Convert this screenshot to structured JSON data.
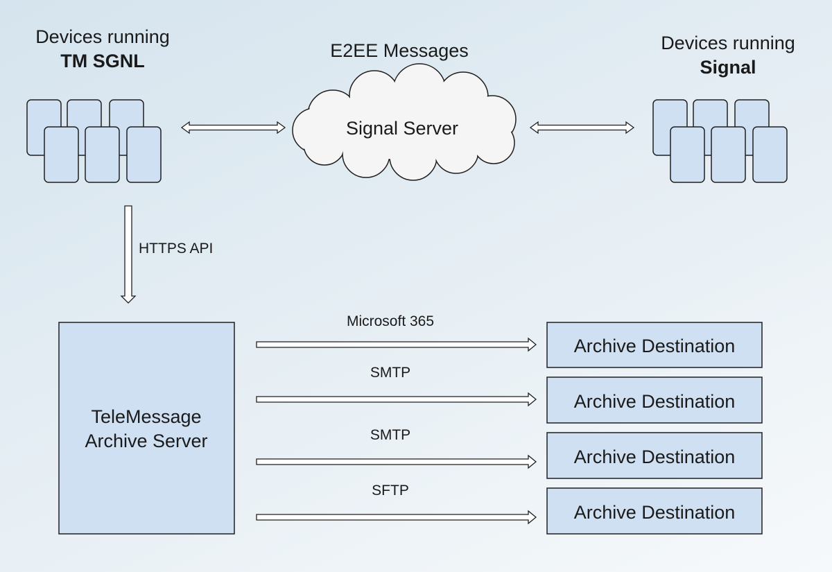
{
  "left_devices": {
    "line1": "Devices running",
    "line2": "TM SGNL"
  },
  "right_devices": {
    "line1": "Devices running",
    "line2": "Signal"
  },
  "cloud": {
    "caption": "E2EE Messages",
    "label": "Signal Server"
  },
  "api_link": {
    "label": "HTTPS API"
  },
  "archive_server": {
    "line1": "TeleMessage",
    "line2": "Archive Server"
  },
  "routes": [
    {
      "protocol": "Microsoft 365",
      "destination": "Archive Destination"
    },
    {
      "protocol": "SMTP",
      "destination": "Archive Destination"
    },
    {
      "protocol": "SMTP",
      "destination": "Archive Destination"
    },
    {
      "protocol": "SFTP",
      "destination": "Archive Destination"
    }
  ],
  "colors": {
    "box_fill": "#cfe0f2",
    "stroke": "#1f1f1f",
    "cloud_fill": "#f5f5f5",
    "arrow_fill": "#ffffff"
  }
}
